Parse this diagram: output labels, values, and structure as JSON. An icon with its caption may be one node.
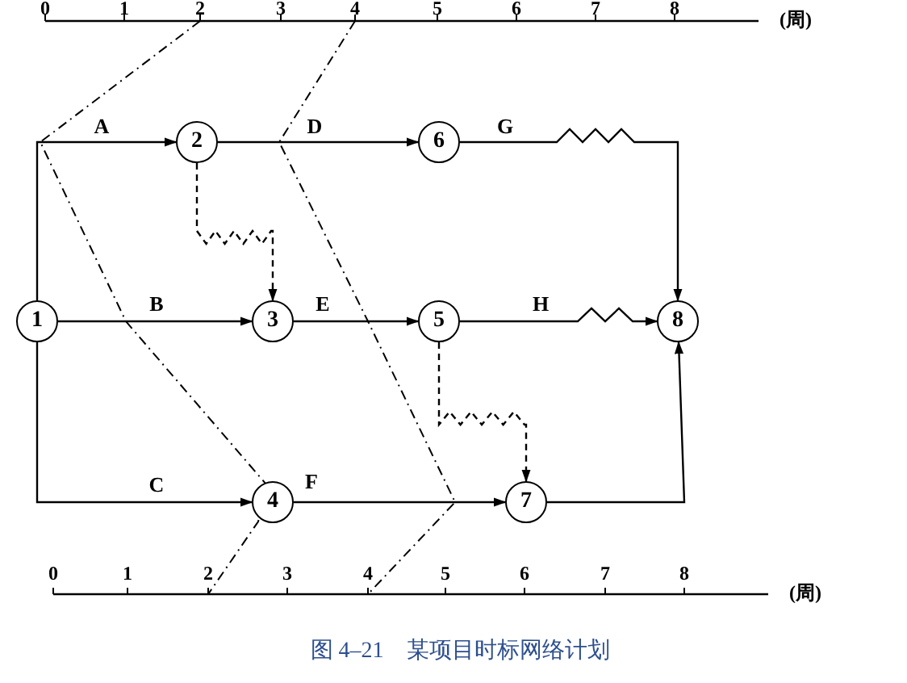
{
  "diagram": {
    "caption": "图 4–21　某项目时标网络计划",
    "nodes": [
      {
        "text": [
          "1"
        ]
      },
      {
        "text": [
          "2"
        ]
      },
      {
        "text": [
          "6"
        ]
      },
      {
        "text": [
          "3"
        ]
      },
      {
        "text": [
          "5"
        ]
      },
      {
        "text": [
          "8"
        ]
      },
      {
        "text": [
          "4"
        ]
      },
      {
        "text": [
          "7"
        ]
      }
    ],
    "edges": [
      {
        "from": 0,
        "to": 1,
        "arrow": "to",
        "label": "A"
      },
      {
        "from": 1,
        "to": 2,
        "arrow": "to",
        "label": "D"
      },
      {
        "from": 2,
        "to": 5,
        "arrow": "to",
        "label": "G"
      },
      {
        "from": 1,
        "to": 3,
        "arrow": "to",
        "style": "dashed"
      },
      {
        "from": 0,
        "to": 3,
        "arrow": "to",
        "label": "B"
      },
      {
        "from": 3,
        "to": 4,
        "arrow": "to",
        "label": "E"
      },
      {
        "from": 4,
        "to": 5,
        "arrow": "to",
        "label": "H"
      },
      {
        "from": 4,
        "to": 7,
        "arrow": "to",
        "style": "dashed"
      },
      {
        "from": 0,
        "to": 6,
        "arrow": "to",
        "label": "C"
      },
      {
        "from": 6,
        "to": 7,
        "arrow": "to",
        "label": "F"
      },
      {
        "from": 7,
        "to": 5,
        "arrow": "to"
      }
    ],
    "labels": [
      "0",
      "1",
      "2",
      "3",
      "4",
      "5",
      "6",
      "7",
      "8",
      "(周)",
      "0",
      "1",
      "2",
      "3",
      "4",
      "5",
      "6",
      "7",
      "8",
      "(周)"
    ]
  }
}
